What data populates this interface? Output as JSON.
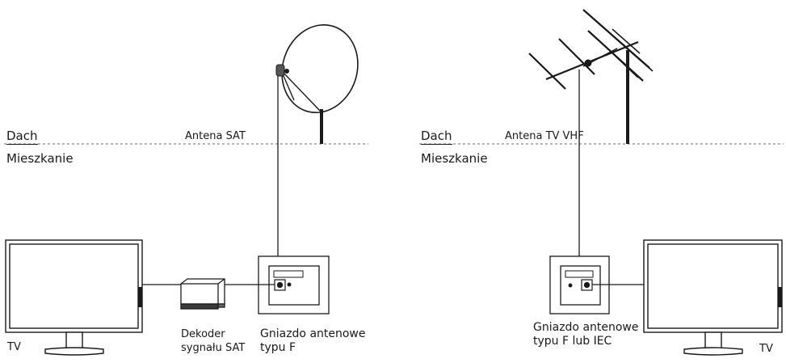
{
  "left": {
    "roof_label": "Dach",
    "flat_label": "Mieszkanie",
    "antenna_label": "Antena SAT",
    "tv_label": "TV",
    "decoder_label_line1": "Dekoder",
    "decoder_label_line2": "sygnału SAT",
    "socket_label_line1": "Gniazdo antenowe",
    "socket_label_line2": "typu F"
  },
  "right": {
    "roof_label": "Dach",
    "flat_label": "Mieszkanie",
    "antenna_label": "Antena TV VHF",
    "tv_label": "TV",
    "socket_label_line1": "Gniazdo antenowe",
    "socket_label_line2": "typu F lub IEC"
  },
  "colors": {
    "line": "#1a1a1a",
    "dashed": "#9a9a9a"
  }
}
